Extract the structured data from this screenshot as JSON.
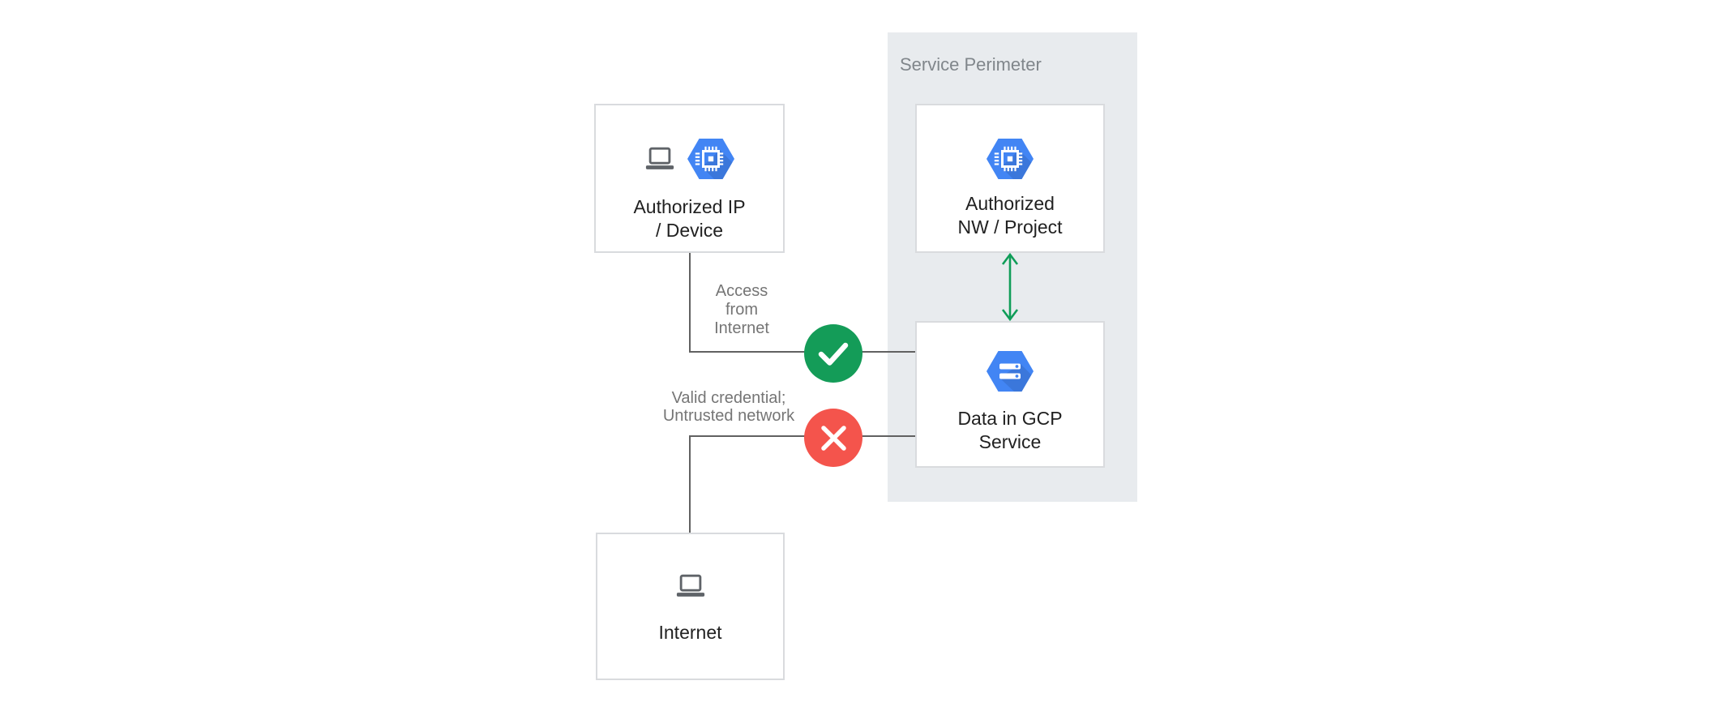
{
  "perimeter": {
    "label": "Service Perimeter",
    "background": "#E8EBEE"
  },
  "nodes": {
    "authorized_ip_device": {
      "lines": [
        "Authorized IP",
        "/ Device"
      ],
      "icons": [
        "laptop-icon",
        "gcp-compute-hexagon-icon"
      ]
    },
    "authorized_nw_project": {
      "lines": [
        "Authorized",
        "NW / Project"
      ],
      "icons": [
        "gcp-compute-hexagon-icon"
      ]
    },
    "data_in_gcp_service": {
      "lines": [
        "Data in GCP",
        "Service"
      ],
      "icons": [
        "gcp-storage-hexagon-icon"
      ]
    },
    "internet": {
      "lines": [
        "Internet"
      ],
      "icons": [
        "laptop-icon"
      ]
    }
  },
  "annotations": {
    "access_from_internet": {
      "lines": [
        "Access",
        "from",
        "Internet"
      ]
    },
    "valid_credential": {
      "lines": [
        "Valid credential;",
        "Untrusted network"
      ]
    }
  },
  "markers": {
    "allowed": {
      "icon": "check-icon",
      "color": "#149C58"
    },
    "denied": {
      "icon": "x-icon",
      "color": "#F4544C"
    },
    "bidirectional_arrow": {
      "icon": "double-arrow-icon",
      "color": "#0F9D58"
    }
  },
  "colors": {
    "hexagon_blue": "#4285F4",
    "connector_gray": "#616161",
    "node_border": "#D9DBDE",
    "node_label": "#212121",
    "annotation_gray": "#757575",
    "perimeter_label_gray": "#80868B"
  }
}
